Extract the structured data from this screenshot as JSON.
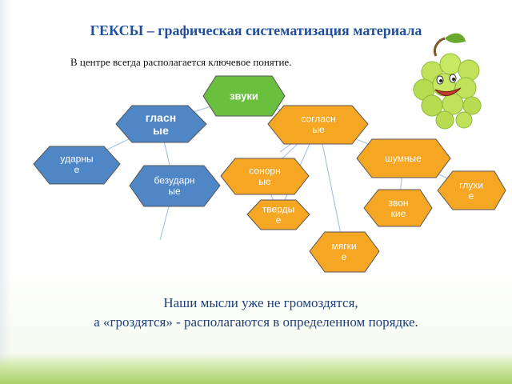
{
  "slide": {
    "title": "ГЕКСЫ  – графическая систематизация  материала",
    "subtitle": "В центре всегда располагается ключевое понятие.",
    "footer_line1": "Наши мысли уже не громоздятся,",
    "footer_line2": "а  «гроздятся» - располагаются в определенном порядке."
  },
  "diagram": {
    "nodes": {
      "zvuki": {
        "lines": [
          "звуки"
        ],
        "fill": "#6bbf3f",
        "text": "#ffffff",
        "bold": true
      },
      "glasnye": {
        "lines": [
          "гласн",
          "ые"
        ],
        "fill": "#4f86c6",
        "text": "#ffffff",
        "bold": true
      },
      "soglasnye": {
        "lines": [
          "согласн",
          "ые"
        ],
        "fill": "#f5a623",
        "text": "#ffffff",
        "bold": false
      },
      "udarnye": {
        "lines": [
          "ударны",
          "е"
        ],
        "fill": "#4f86c6",
        "text": "#ffffff",
        "bold": false
      },
      "bezudarnye": {
        "lines": [
          "безударн",
          "ые"
        ],
        "fill": "#4f86c6",
        "text": "#ffffff",
        "bold": false
      },
      "shumnye": {
        "lines": [
          "шумные"
        ],
        "fill": "#f5a623",
        "text": "#ffffff",
        "bold": false
      },
      "sonornye": {
        "lines": [
          "сонорн",
          "ые"
        ],
        "fill": "#f5a623",
        "text": "#ffffff",
        "bold": false
      },
      "glukhie": {
        "lines": [
          "глухи",
          "е"
        ],
        "fill": "#f5a623",
        "text": "#ffffff",
        "bold": false
      },
      "zvonkie": {
        "lines": [
          "звон",
          "кие"
        ],
        "fill": "#f5a623",
        "text": "#ffffff",
        "bold": false
      },
      "tverdye": {
        "lines": [
          "тверды",
          "е"
        ],
        "fill": "#f5a623",
        "text": "#ffffff",
        "bold": false
      },
      "myagkie": {
        "lines": [
          "мягки",
          "е"
        ],
        "fill": "#f5a623",
        "text": "#ffffff",
        "bold": false
      }
    },
    "connector_color": "#a9c4e6"
  }
}
